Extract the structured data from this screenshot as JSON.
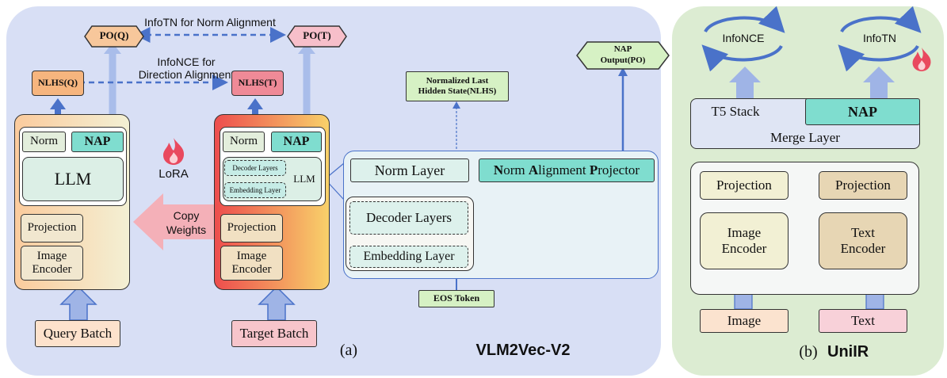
{
  "panel_a": {
    "caption_letter": "(a)",
    "caption_title": "VLM2Vec-V2",
    "po_q": "PO(Q)",
    "po_t": "PO(T)",
    "nlhs_q": "NLHS(Q)",
    "nlhs_t": "NLHS(T)",
    "infotn_label": "InfoTN for Norm Alignment",
    "infonce_label_1": "InfoNCE for",
    "infonce_label_2": "Direction Alignment",
    "lora": "LoRA",
    "copy_weights_1": "Copy",
    "copy_weights_2": "Weights",
    "query": {
      "norm": "Norm",
      "nap": "NAP",
      "llm": "LLM",
      "projection": "Projection",
      "image_encoder_1": "Image",
      "image_encoder_2": "Encoder",
      "batch": "Query Batch"
    },
    "target": {
      "norm": "Norm",
      "nap": "NAP",
      "decoder": "Decoder Layers",
      "embedding": "Embedding Layer",
      "llm": "LLM",
      "projection": "Projection",
      "image_encoder_1": "Image",
      "image_encoder_2": "Encoder",
      "batch": "Target Batch"
    },
    "detail": {
      "nlhs_out_1": "Normalized Last",
      "nlhs_out_2": "Hidden State(NLHS)",
      "nap_out_1": "NAP",
      "nap_out_2": "Output(PO)",
      "norm_layer": "Norm Layer",
      "nap_n": "N",
      "nap_orm": "orm ",
      "nap_a": "A",
      "nap_lignment": "lignment ",
      "nap_p": "P",
      "nap_rojector": "rojector",
      "decoder_layers": "Decoder Layers",
      "embedding_layer": "Embedding Layer",
      "eos_token": "EOS Token"
    }
  },
  "panel_b": {
    "caption_letter": "(b)",
    "caption_title": "UniIR",
    "infonce": "InfoNCE",
    "infotn": "InfoTN",
    "t5_stack": "T5 Stack",
    "nap": "NAP",
    "merge_layer": "Merge Layer",
    "projection_left": "Projection",
    "projection_right": "Projection",
    "image_encoder_1": "Image",
    "image_encoder_2": "Encoder",
    "text_encoder_1": "Text",
    "text_encoder_2": "Encoder",
    "image": "Image",
    "text": "Text"
  },
  "colors": {
    "panel_a_bg": "#d8dff5",
    "panel_b_bg": "#dcecd2",
    "nap_teal": "#7fddcf",
    "arrow_blue": "#4a72c9",
    "flame": "#e9495e"
  }
}
